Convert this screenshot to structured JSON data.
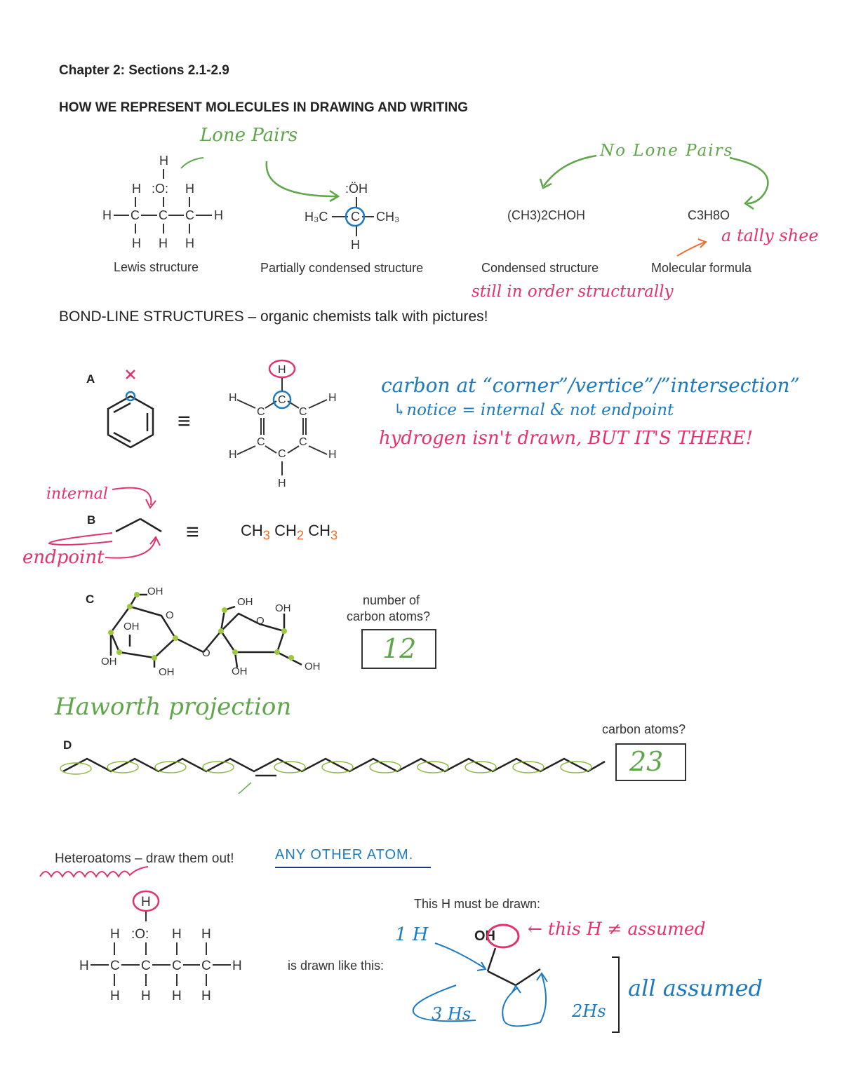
{
  "header": {
    "chapter": "Chapter 2: Sections 2.1-2.9",
    "heading": "HOW WE REPRESENT MOLECULES IN DRAWING AND WRITING"
  },
  "representations": {
    "lewis_label": "Lewis structure",
    "partial_label": "Partially condensed structure",
    "condensed_label": "Condensed structure",
    "molecular_label": "Molecular formula",
    "condensed_formula": "(CH3)2CHOH",
    "molecular_formula": "C3H8O"
  },
  "notes_top": {
    "lone_pairs": "Lone Pairs",
    "no_lone_pairs": "No Lone Pairs",
    "tally": "a tally shee",
    "still_in_order": "still in order structurally"
  },
  "bondline": {
    "heading": "BOND-LINE STRUCTURES – organic chemists talk with pictures!",
    "label_a": "A",
    "label_b": "B",
    "label_c": "C",
    "label_d": "D",
    "equiv": "≡",
    "carbon_note": "carbon at “corner”/vertice”/”intersection”",
    "notice_note": "↳notice = internal & not endpoint",
    "hydrogen_note": "hydrogen isn't drawn, BUT IT'S THERE!",
    "internal": "internal",
    "endpoint": "endpoint",
    "ch3": "CH",
    "ch2": "CH",
    "sub3": "3",
    "sub2": "2"
  },
  "question_c": {
    "prompt_1": "number of",
    "prompt_2": "carbon atoms?",
    "answer": "12",
    "haworth": "Haworth projection"
  },
  "question_d": {
    "prompt": "carbon atoms?",
    "answer": "23"
  },
  "heteroatoms": {
    "heading": "Heteroatoms – draw them out!",
    "any_other": "ANY OTHER ATOM.",
    "must_be_drawn": "This H must be drawn:",
    "drawn_like": "is drawn like this:",
    "oh": "OH",
    "one_h": "1 H",
    "this_h": "← this H ≠ assumed",
    "three_hs": "3 Hs",
    "two_hs": "2Hs",
    "all_assumed": "all assumed"
  },
  "colors": {
    "green": "#5fa64a",
    "pink": "#e2336f",
    "blue": "#1c7bc0",
    "orange": "#ef6b2a"
  }
}
